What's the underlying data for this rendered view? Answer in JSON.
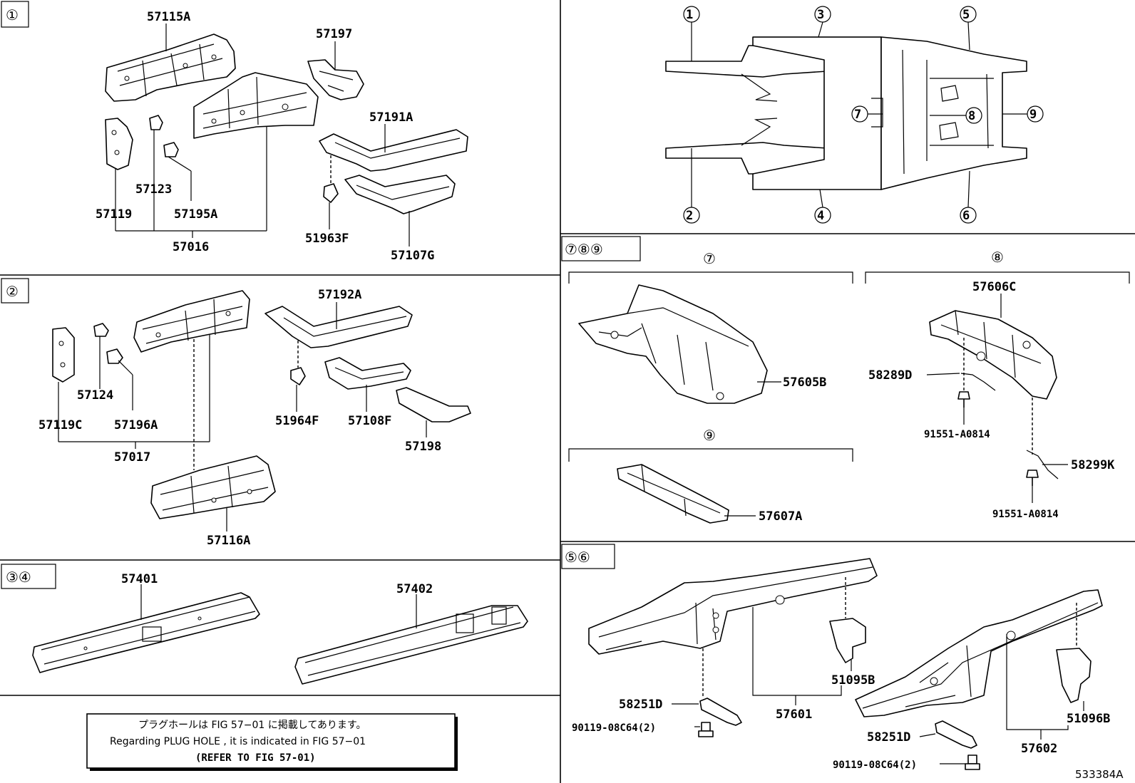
{
  "section_1": {
    "badge": "①",
    "parts": {
      "p57115A": "57115A",
      "p57197": "57197",
      "p57191A": "57191A",
      "p57123": "57123",
      "p57119": "57119",
      "p57195A": "57195A",
      "p57016": "57016",
      "p51963F": "51963F",
      "p57107G": "57107G"
    }
  },
  "section_2": {
    "badge": "②",
    "parts": {
      "p57192A": "57192A",
      "p57124": "57124",
      "p57119C": "57119C",
      "p57196A": "57196A",
      "p57017": "57017",
      "p51964F": "51964F",
      "p57108F": "57108F",
      "p57198": "57198",
      "p57116A": "57116A"
    }
  },
  "section_34": {
    "badge": "③④",
    "parts": {
      "p57401": "57401",
      "p57402": "57402"
    }
  },
  "note": {
    "line1": "プラグホールは FIG 57−01 に掲載してあります。",
    "line2": "Regarding  PLUG HOLE , it is indicated in FIG  57−01",
    "line3": "(REFER TO FIG 57-01)"
  },
  "overview": {
    "labels": [
      "①",
      "②",
      "③",
      "④",
      "⑤",
      "⑥",
      "⑦",
      "⑧",
      "⑨"
    ]
  },
  "section_789": {
    "badge": "⑦⑧⑨",
    "sub7": "⑦",
    "sub8": "⑧",
    "sub9": "⑨",
    "parts": {
      "p57605B": "57605B",
      "p57606C": "57606C",
      "p58289D": "58289D",
      "p91551a": "91551-A0814",
      "p58299K": "58299K",
      "p91551b": "91551-A0814",
      "p57607A": "57607A"
    }
  },
  "section_56": {
    "badge": "⑤⑥",
    "parts": {
      "p58251Da": "58251D",
      "p90119a": "90119-08C64(2)",
      "p57601": "57601",
      "p51095B": "51095B",
      "p58251Db": "58251D",
      "p90119b": "90119-08C64(2)",
      "p57602": "57602",
      "p51096B": "51096B"
    }
  },
  "figure_code": "533384A"
}
